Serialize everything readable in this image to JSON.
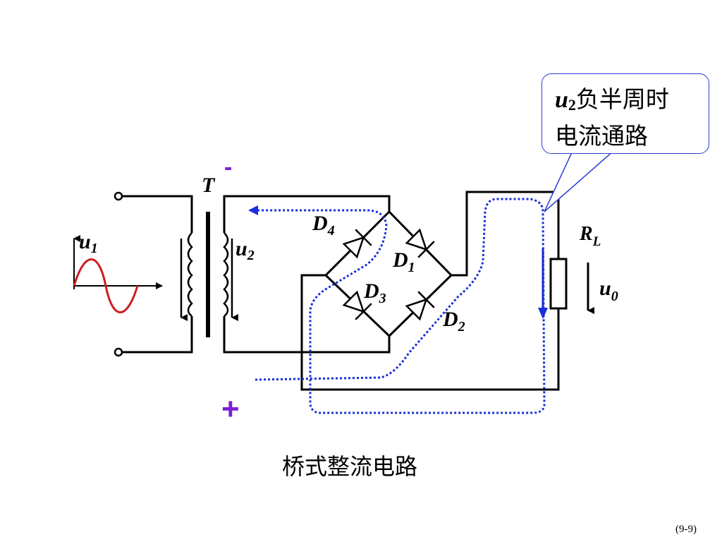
{
  "labels": {
    "transformer": "T",
    "minus_sign": "-",
    "plus_sign": "+",
    "u1_main": "u",
    "u1_sub": "1",
    "u2_main": "u",
    "u2_sub": "2",
    "d4_main": "D",
    "d4_sub": "4",
    "d1_main": "D",
    "d1_sub": "1",
    "d3_main": "D",
    "d3_sub": "3",
    "d2_main": "D",
    "d2_sub": "2",
    "rl_main": "R",
    "rl_sub": "L",
    "u0_main": "u",
    "u0_sub": "0"
  },
  "callout": {
    "u_main": "u",
    "u_sub": "2",
    "line1_rest": "负半周时",
    "line2": "电流通路"
  },
  "caption": "桥式整流电路",
  "page_number": "(9-9)",
  "colors": {
    "wire": "#000000",
    "path": "#1a2fd8",
    "sine": "#cc1e1e",
    "sign": "#7a1fd6",
    "callout_border": "#2a3fd0"
  }
}
